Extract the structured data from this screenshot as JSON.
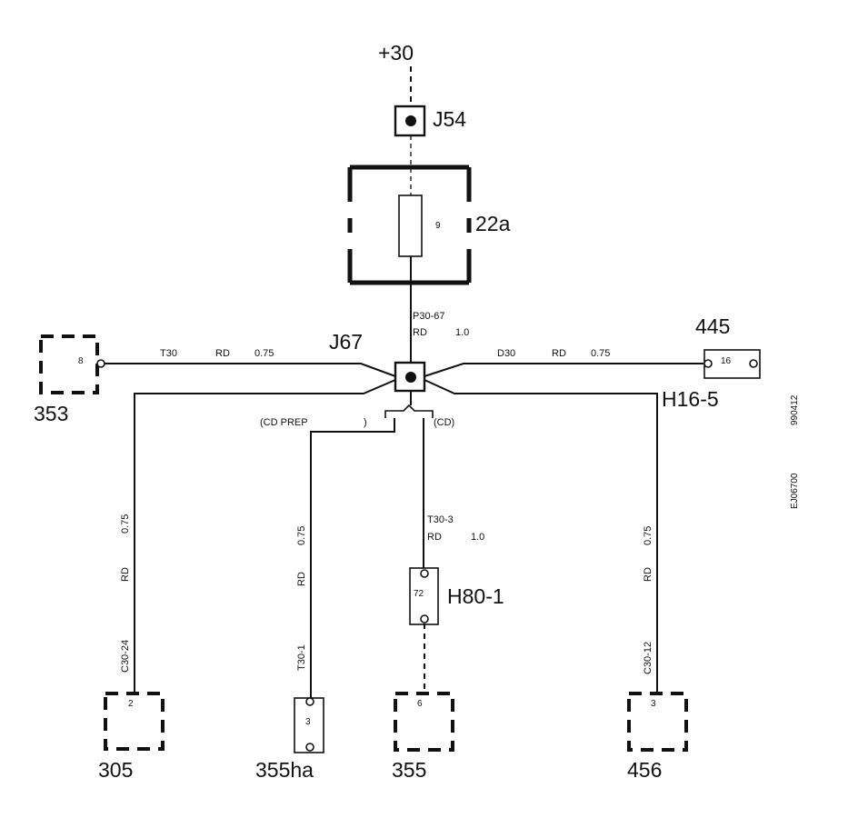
{
  "supply": {
    "label": "+30"
  },
  "components": {
    "j54": "J54",
    "fuse_box": "22a",
    "fuse_number": "9",
    "j67": "J67",
    "c445": "445",
    "c445_pin": "16",
    "h16": "H16-5",
    "c353": "353",
    "c353_pin": "8",
    "h80": "H80-1",
    "h80_pin": "72",
    "c305": "305",
    "c305_pin": "2",
    "c355ha": "355ha",
    "c355ha_pin": "3",
    "c355": "355",
    "c355_pin": "6",
    "c456": "456",
    "c456_pin": "3"
  },
  "wires": {
    "p30_67": {
      "id": "P30-67",
      "color": "RD",
      "size": "1.0"
    },
    "t30": {
      "id": "T30",
      "color": "RD",
      "size": "0.75"
    },
    "d30": {
      "id": "D30",
      "color": "RD",
      "size": "0.75"
    },
    "c30_24": {
      "id": "C30-24",
      "color": "RD",
      "size": "0.75"
    },
    "t30_1": {
      "id": "T30-1",
      "color": "RD",
      "size": "0.75"
    },
    "t30_3": {
      "id": "T30-3",
      "color": "RD",
      "size": "1.0"
    },
    "c30_12": {
      "id": "C30-12",
      "color": "RD",
      "size": "0.75"
    }
  },
  "variants": {
    "cd_prep": "(CD PREP",
    "cd_prep_close": ")",
    "cd": "(CD)"
  },
  "side_codes": {
    "code_a": "990412",
    "code_b": "EJ06700"
  }
}
